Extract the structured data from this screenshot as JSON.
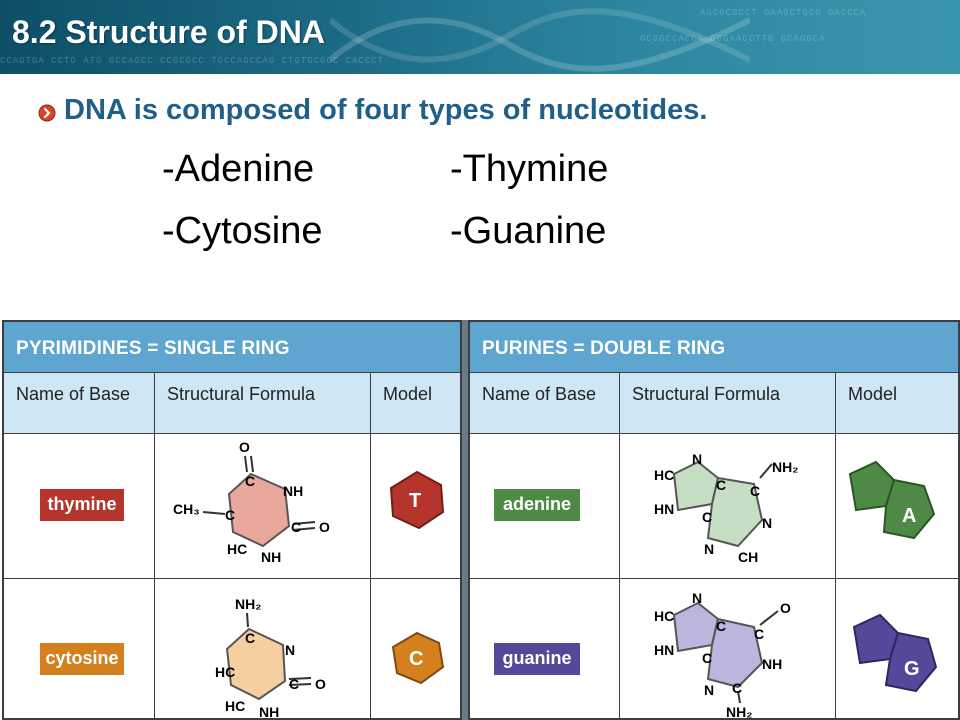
{
  "slide": {
    "title": "8.2 Structure of DNA",
    "heading": "DNA is composed of four types of nucleotides.",
    "nucleotides": [
      "-Adenine",
      "-Thymine",
      "-Cytosine",
      "-Guanine"
    ]
  },
  "banner_sequence": [
    "AGCGCGCCT GAAGCTGCG GACCCA",
    "GCGGCCACCA GGGAACCTTG GCAGGCA",
    "CCAGTGA CCTG ATG GCCAGCC CCGCGCC TGCCAGCCAG CTGTGCGGC CACCCT"
  ],
  "table": {
    "pyrimidines": {
      "header": "PYRIMIDINES = SINGLE RING",
      "columns": [
        "Name of Base",
        "Structural Formula",
        "Model"
      ],
      "rows": [
        {
          "name": "thymine",
          "color": "#b5342b",
          "model_letter": "T"
        },
        {
          "name": "cytosine",
          "color": "#d4801f",
          "model_letter": "C"
        }
      ]
    },
    "purines": {
      "header": "PURINES = DOUBLE RING",
      "columns": [
        "Name of Base",
        "Structural Formula",
        "Model"
      ],
      "rows": [
        {
          "name": "adenine",
          "color": "#4e8a45",
          "model_letter": "A"
        },
        {
          "name": "guanine",
          "color": "#55479a",
          "model_letter": "G"
        }
      ]
    }
  },
  "formula_labels": {
    "thymine": [
      "O",
      "C",
      "NH",
      "CH₃",
      "C",
      "C",
      "O",
      "HC",
      "NH"
    ],
    "cytosine": [
      "NH₂",
      "C",
      "N",
      "HC",
      "C",
      "O",
      "HC",
      "NH"
    ],
    "adenine": [
      "N",
      "HC",
      "C",
      "NH₂",
      "HN",
      "C",
      "C",
      "N",
      "N",
      "CH"
    ],
    "guanine": [
      "N",
      "HC",
      "C",
      "C",
      "O",
      "HN",
      "C",
      "NH",
      "N",
      "C",
      "NH₂"
    ]
  },
  "colors": {
    "banner": "#1b6a84",
    "heading": "#1f5f8a",
    "table_header": "#5ea5cf",
    "column_header": "#cfe6f5",
    "thymine_ring": "#e8a89b",
    "cytosine_ring": "#f5cfa0",
    "adenine_ring": "#c6dfc4",
    "guanine_ring": "#bcb5dd"
  }
}
